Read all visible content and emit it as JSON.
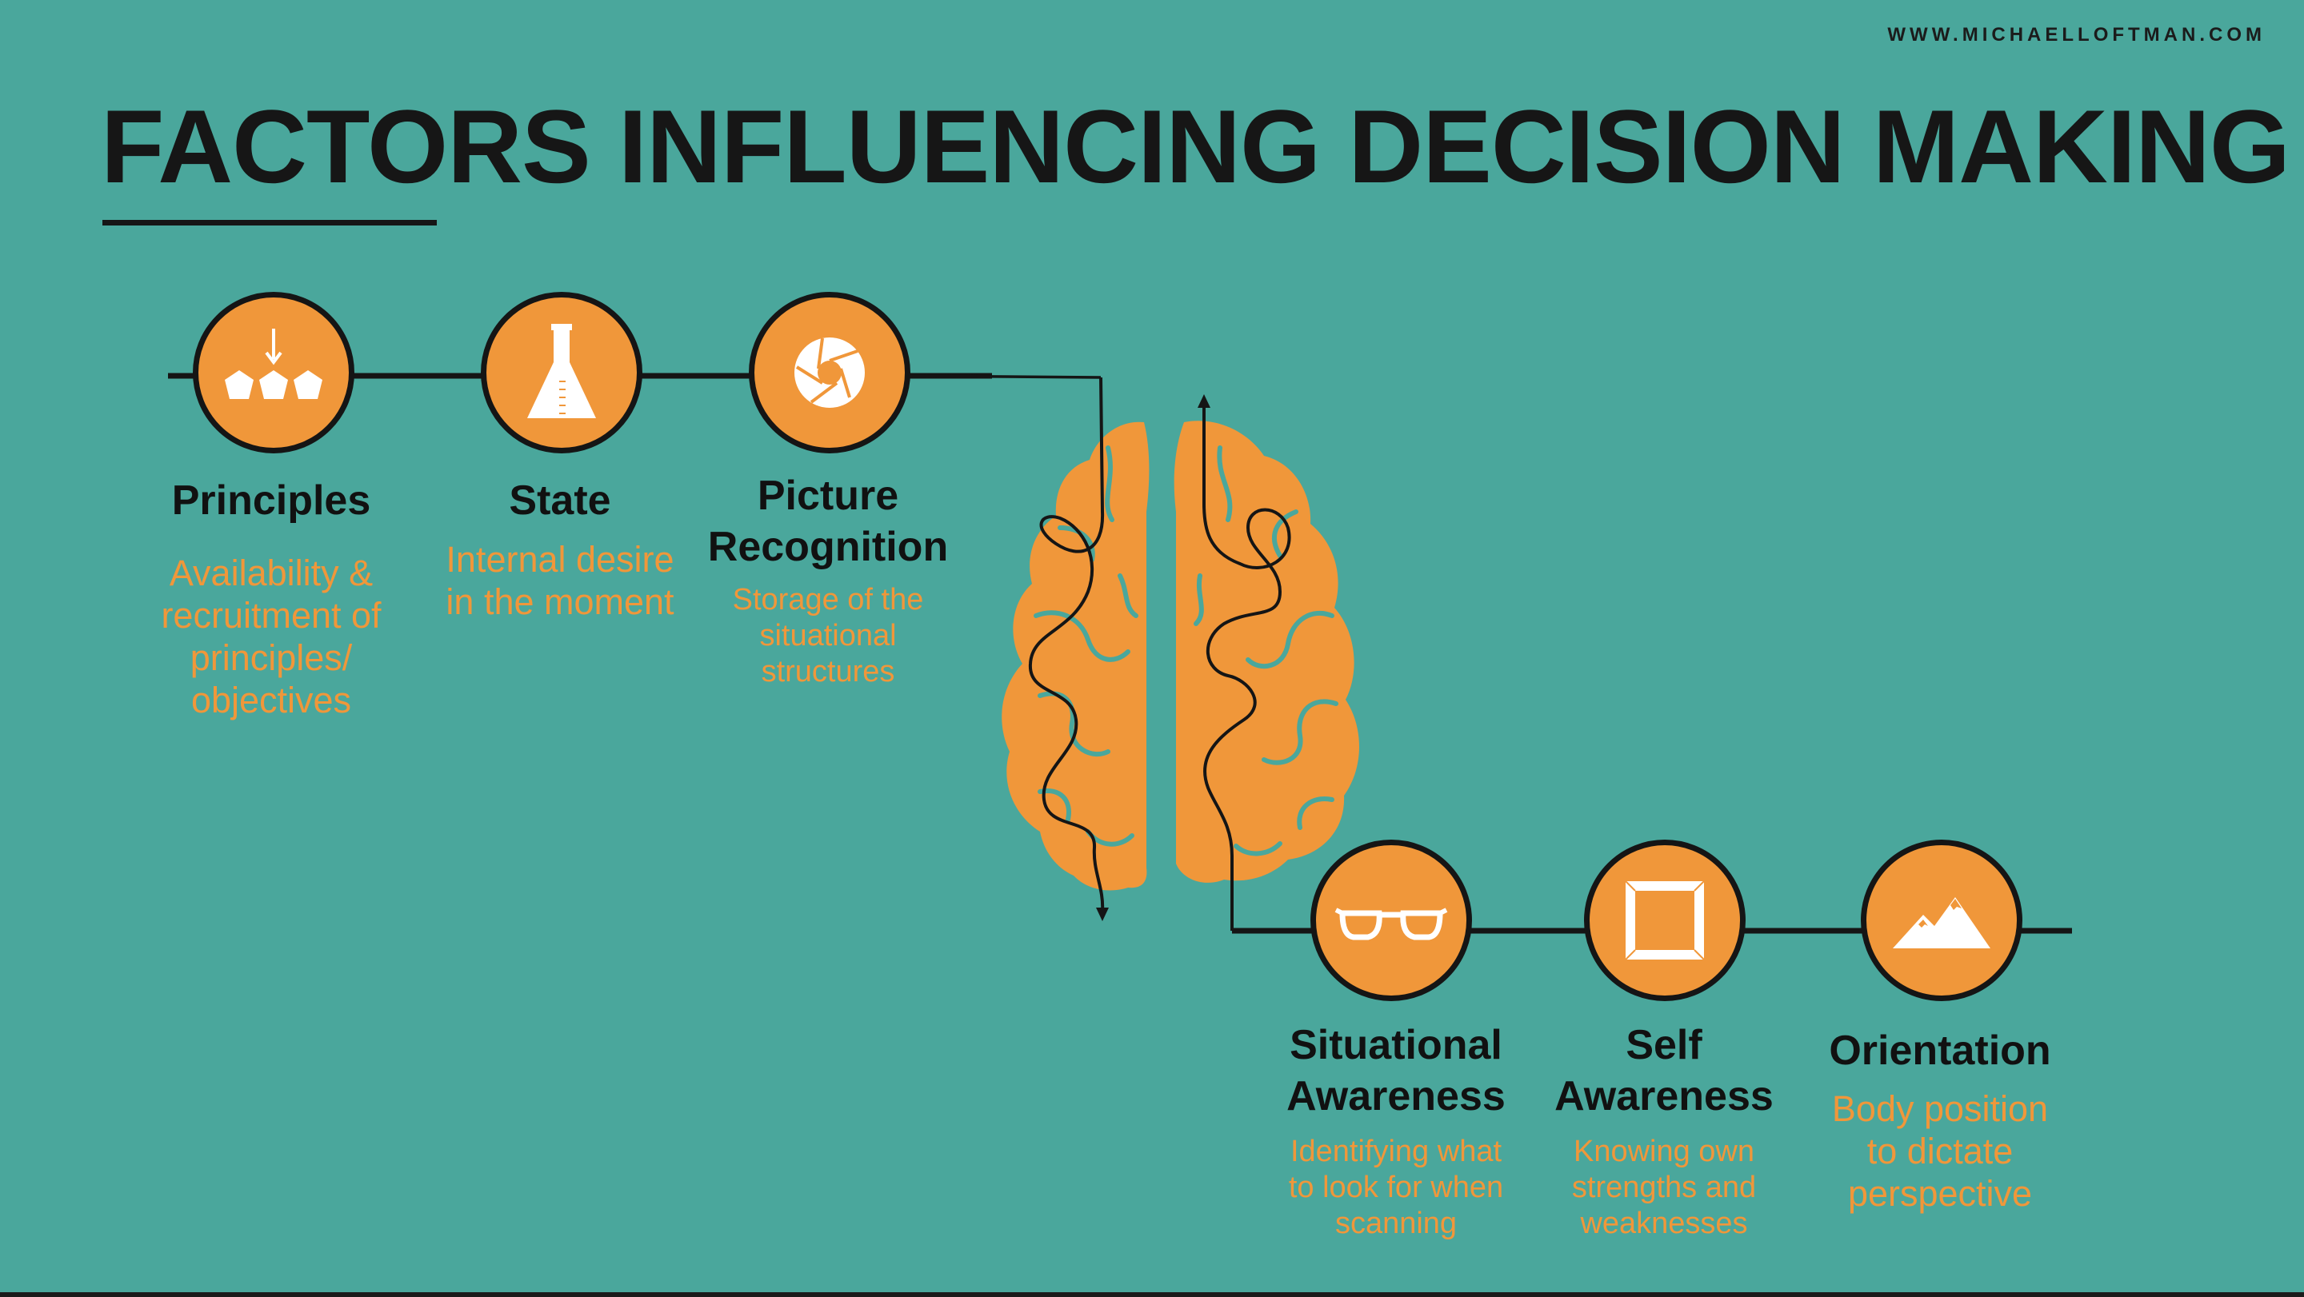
{
  "website": "WWW.MICHAELLOFTMAN.COM",
  "title": "FACTORS INFLUENCING DECISION MAKING",
  "colors": {
    "background": "#4aa79c",
    "accent": "#f0973a",
    "ink": "#151515",
    "white": "#ffffff"
  },
  "factors": [
    {
      "name": "Principles",
      "description": "Availability & recruitment of principles/ objectives",
      "icon": "pentagons-arrow-icon"
    },
    {
      "name": "State",
      "description": "Internal desire in the moment",
      "icon": "flask-icon"
    },
    {
      "name": "Picture Recognition",
      "description": "Storage of the situational structures",
      "icon": "aperture-icon"
    },
    {
      "name": "Situational Awareness",
      "description": "Identifying what to look for when scanning",
      "icon": "glasses-icon"
    },
    {
      "name": "Self Awareness",
      "description": "Knowing own strengths and weaknesses",
      "icon": "frame-icon"
    },
    {
      "name": "Orientation",
      "description": "Body position to dictate perspective",
      "icon": "mountains-icon"
    }
  ],
  "center_icon": "brain-icon"
}
